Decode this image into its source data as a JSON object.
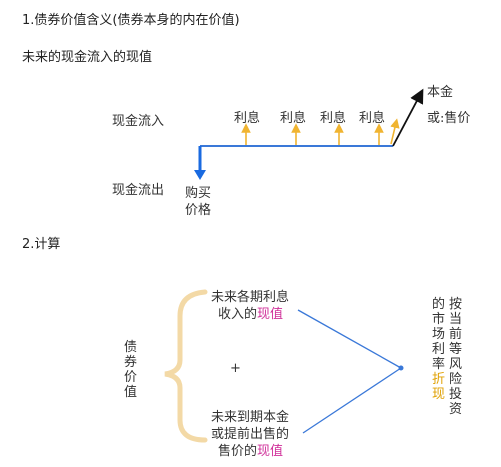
{
  "section1": {
    "heading": "1.债券价值含义(债券本身的内在价值)",
    "subheading": "未来的现金流入的现值"
  },
  "diagram1": {
    "inflow_label": "现金流入",
    "outflow_label": "现金流出",
    "interest_labels": [
      "利息",
      "利息",
      "利息",
      "利息"
    ],
    "principal_label": "本金",
    "or_sale_label": "或:售价",
    "purchase_line1": "购买",
    "purchase_line2": "价格"
  },
  "section2": {
    "heading": "2.计算"
  },
  "diagram2": {
    "bond_value_chars": [
      "债",
      "券",
      "价",
      "值"
    ],
    "plus": "+",
    "top_line1": "未来各期利息",
    "top_line2_prefix": "收入的",
    "top_line2_highlight": "现值",
    "bottom_line1": "未来到期本金",
    "bottom_line2": "或提前出售的",
    "bottom_line3_prefix": "售价的",
    "bottom_line3_highlight": "现值",
    "col1_chars": [
      "按",
      "当",
      "前",
      "等",
      "风",
      "险",
      "投",
      "资"
    ],
    "col2_chars": [
      "的",
      "市",
      "场",
      "利",
      "率"
    ],
    "col2_highlight_chars": [
      "折",
      "现"
    ]
  },
  "colors": {
    "timeline_blue": "#3a78d8",
    "arrow_gold": "#f0b430",
    "brace_gold": "#f3d9a6",
    "highlight_pink": "#d0309a",
    "highlight_gold": "#e0a000"
  }
}
